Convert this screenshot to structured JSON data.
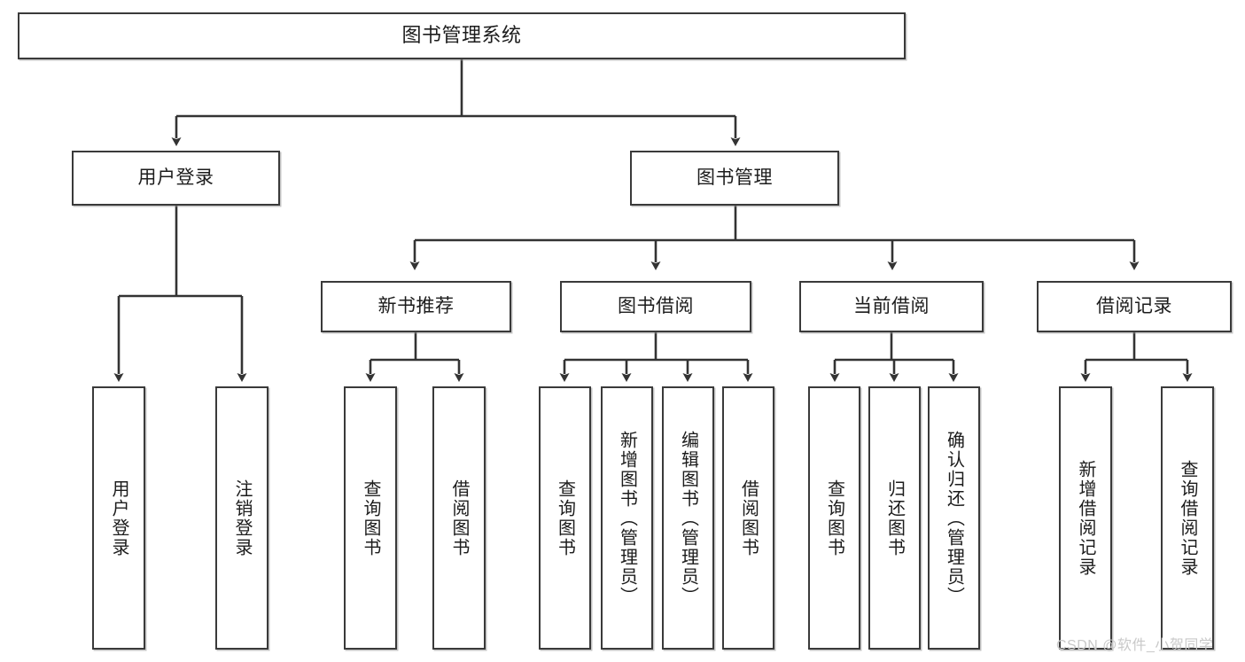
{
  "diagram": {
    "type": "tree-hierarchy-chart",
    "title": "图书管理系统",
    "orientation": "top-down",
    "colors": {
      "box_border": "#3a3a3a",
      "box_fill": "#ffffff",
      "connector": "#333333",
      "text": "#1c1c1c",
      "watermark": "#c9c9c9"
    }
  },
  "nodes": {
    "root": {
      "label": "图书管理系统"
    },
    "level1": [
      {
        "label": "用户登录"
      },
      {
        "label": "图书管理"
      }
    ],
    "level2": [
      {
        "label": "新书推荐"
      },
      {
        "label": "图书借阅"
      },
      {
        "label": "当前借阅"
      },
      {
        "label": "借阅记录"
      }
    ],
    "leaves": {
      "user_login": [
        {
          "label": "用户登录"
        },
        {
          "label": "注销登录"
        }
      ],
      "new_book_recommend": [
        {
          "label": "查询图书"
        },
        {
          "label": "借阅图书"
        }
      ],
      "book_borrow": [
        {
          "label": "查询图书"
        },
        {
          "label": "新增图书（管理员）"
        },
        {
          "label": "编辑图书（管理员）"
        },
        {
          "label": "借阅图书"
        }
      ],
      "current_borrow": [
        {
          "label": "查询图书"
        },
        {
          "label": "归还图书"
        },
        {
          "label": "确认归还（管理员）"
        }
      ],
      "borrow_record": [
        {
          "label": "新增借阅记录"
        },
        {
          "label": "查询借阅记录"
        }
      ]
    }
  },
  "watermark": {
    "text": "CSDN @软件_小贺同学"
  }
}
